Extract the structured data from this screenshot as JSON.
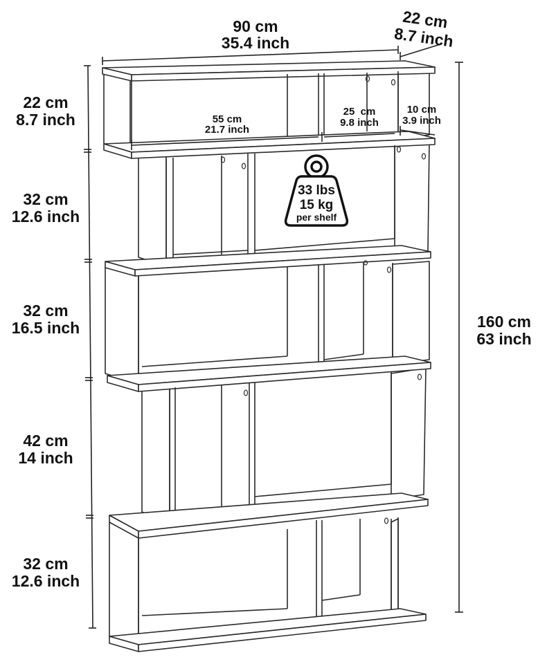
{
  "dimensions": {
    "width": {
      "cm": "90 cm",
      "inch": "35.4 inch"
    },
    "depth": {
      "cm": "22 cm",
      "inch": "8.7 inch"
    },
    "height_total": {
      "cm": "160 cm",
      "inch": "63 inch"
    },
    "sections": [
      {
        "cm": "22 cm",
        "inch": "8.7 inch"
      },
      {
        "cm": "32 cm",
        "inch": "12.6 inch"
      },
      {
        "cm": "32 cm",
        "inch": "16.5 inch"
      },
      {
        "cm": "42 cm",
        "inch": "14 inch"
      },
      {
        "cm": "32 cm",
        "inch": "12.6 inch"
      }
    ],
    "compartments": [
      {
        "cm": "55 cm",
        "inch": "21.7 inch"
      },
      {
        "cm": "25  cm",
        "inch": "9.8 inch"
      },
      {
        "cm": "10 cm",
        "inch": "3.9 inch"
      }
    ]
  },
  "load": {
    "lbs": "33 lbs",
    "kg": "15 kg",
    "note": "per shelf",
    "icon": "weight-icon"
  }
}
